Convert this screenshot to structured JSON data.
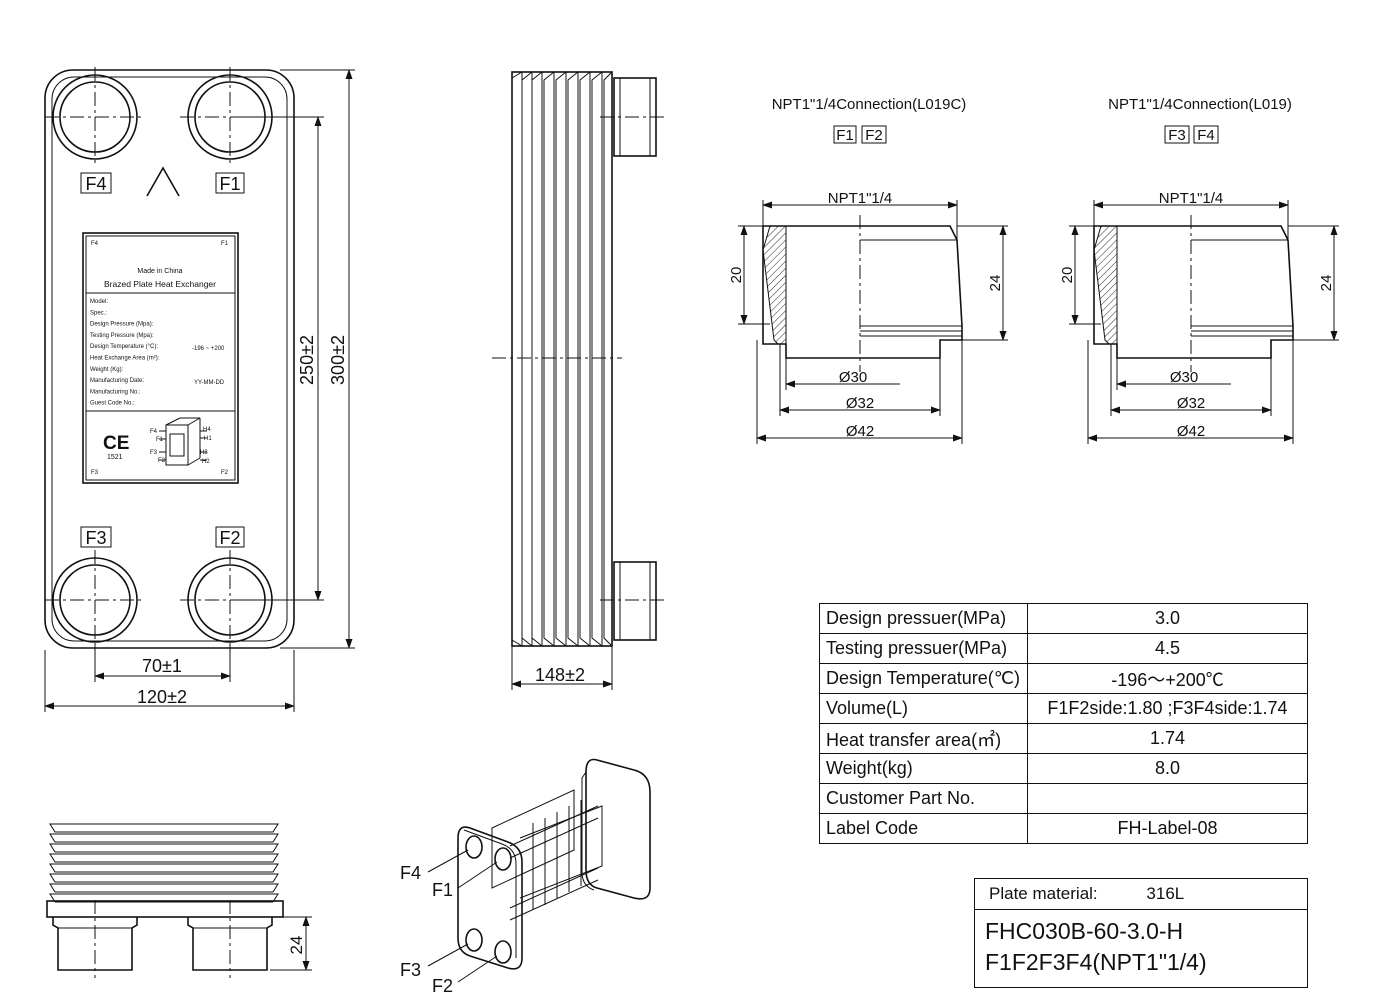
{
  "front_view": {
    "ports": [
      "F4",
      "F1",
      "F3",
      "F2"
    ],
    "dims": {
      "width_inner": "70±1",
      "width_outer": "120±2",
      "height_inner": "250±2",
      "height_outer": "300±2"
    },
    "nameplate": {
      "corner_labels": [
        "F4",
        "F1",
        "F3",
        "F2"
      ],
      "made_in": "Made in China",
      "title": "Brazed Plate Heat Exchanger",
      "fields": [
        "Model:",
        "Spec.:",
        "Design Pressure (Mpa):",
        "Testing Pressure (Mpa):",
        "Design Temperature (°C):",
        "Heat Exchange Area (m²):",
        "Weight (Kg):",
        "Manufacturing Date:",
        "Manufacturing No.:",
        "Guest Code No.:"
      ],
      "temp_value": "-196  ~ +200",
      "date_value": "YY-MM-DD",
      "ce_mark": "CE",
      "ce_number": "1521",
      "flow_labels": [
        "F4",
        "F1",
        "F3",
        "F2",
        "H4",
        "H1",
        "H3",
        "H2"
      ]
    }
  },
  "side_view": {
    "depth": "148±2"
  },
  "bottom_view": {
    "height": "24"
  },
  "iso_view": {
    "ports": [
      "F4",
      "F1",
      "F3",
      "F2"
    ]
  },
  "connections": [
    {
      "title": "NPT1\"1/4Connection(L019C)",
      "ports": [
        "F1",
        "F2"
      ],
      "thread": "NPT1\"1/4",
      "h1": "20",
      "h2": "24",
      "d1": "Ø30",
      "d2": "Ø32",
      "d3": "Ø42"
    },
    {
      "title": "NPT1\"1/4Connection(L019)",
      "ports": [
        "F3",
        "F4"
      ],
      "thread": "NPT1\"1/4",
      "h1": "20",
      "h2": "24",
      "d1": "Ø30",
      "d2": "Ø32",
      "d3": "Ø42"
    }
  ],
  "spec_table": [
    {
      "label": "Design pressuer(MPa)",
      "value": "3.0"
    },
    {
      "label": "Testing pressuer(MPa)",
      "value": "4.5"
    },
    {
      "label": "Design Temperature(℃)",
      "value": "-196～+200℃"
    },
    {
      "label": "Volume(L)",
      "value": "F1F2side:1.80 ;F3F4side:1.74"
    },
    {
      "label": "Heat transfer area(㎡)",
      "value": "1.74"
    },
    {
      "label": "Weight(kg)",
      "value": "8.0"
    },
    {
      "label": "Customer Part No.",
      "value": ""
    },
    {
      "label": "Label Code",
      "value": "FH-Label-08"
    }
  ],
  "title_block": {
    "material_label": "Plate material:",
    "material_value": "316L",
    "model_code": "FHC030B-60-3.0-H",
    "connection_code": "F1F2F3F4(NPT1\"1/4)"
  }
}
